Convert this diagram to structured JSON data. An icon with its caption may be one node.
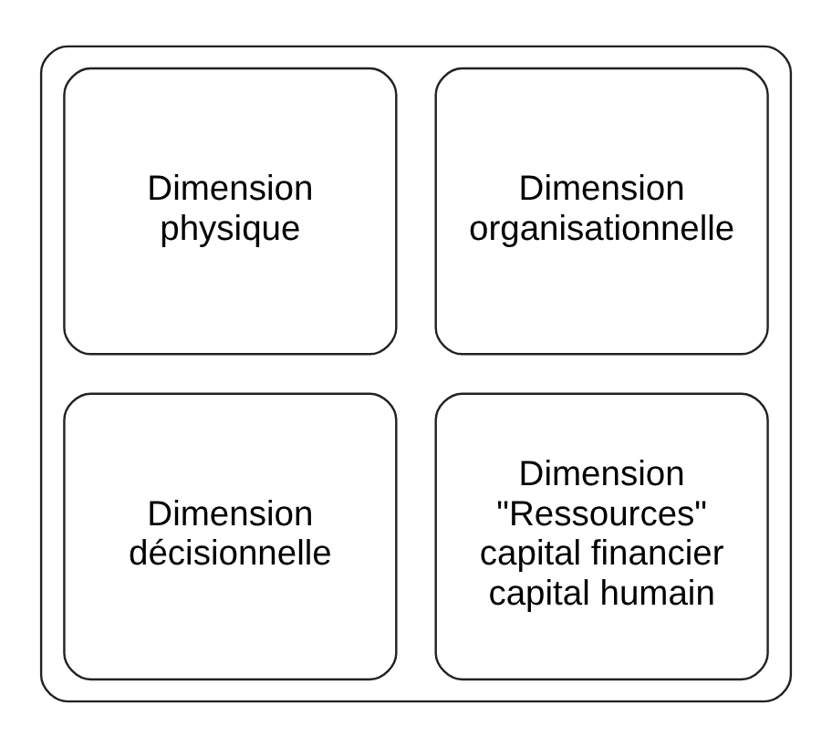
{
  "diagram": {
    "nodes": [
      {
        "text": [],
        "shape": "box"
      },
      {
        "text": [
          "Dimension physique"
        ],
        "in": 0
      },
      {
        "text": [
          "Dimension organisationnelle"
        ],
        "in": 0
      },
      {
        "text": [
          "Dimension décisionnelle"
        ],
        "in": 0
      },
      {
        "text": [
          "Dimension \"Ressources\" capital financier capital humain"
        ],
        "in": 0
      }
    ]
  }
}
